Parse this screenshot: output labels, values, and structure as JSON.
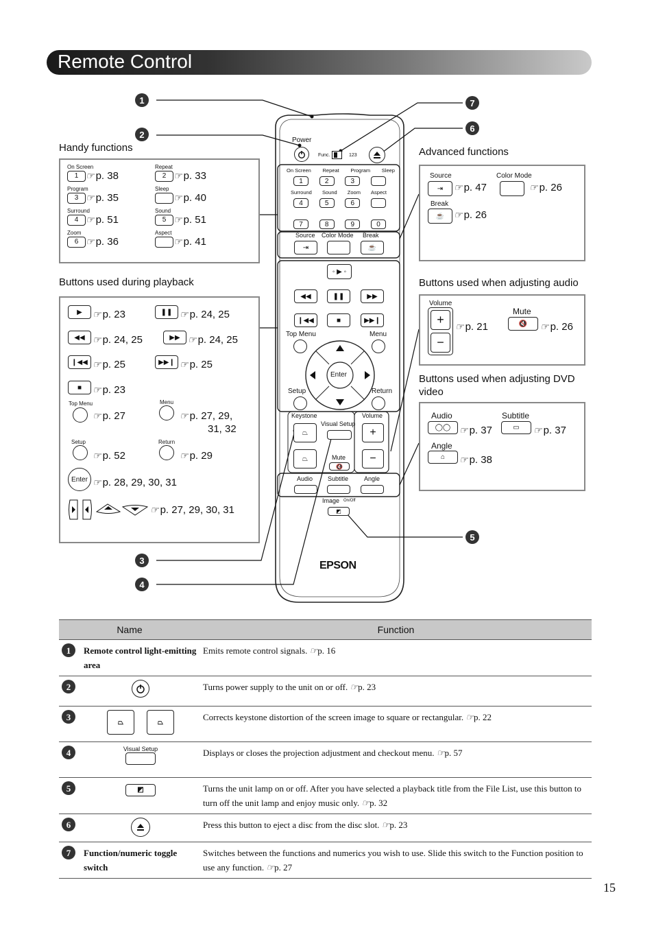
{
  "header": {
    "title": "Remote Control"
  },
  "callouts": [
    "1",
    "2",
    "3",
    "4",
    "5",
    "6",
    "7"
  ],
  "sections": {
    "handy": "Handy functions",
    "playback": "Buttons used during playback",
    "advanced": "Advanced functions",
    "audio": "Buttons used when adjusting audio",
    "dvd": "Buttons used when adjusting DVD video"
  },
  "handy_items": [
    {
      "small": "On Screen",
      "key": "1",
      "ref": "p. 38"
    },
    {
      "small": "Repeat",
      "key": "2",
      "ref": "p. 33"
    },
    {
      "small": "Program",
      "key": "3",
      "ref": "p. 35"
    },
    {
      "small": "Sleep",
      "key": "",
      "ref": "p. 40"
    },
    {
      "small": "Surround",
      "key": "4",
      "ref": "p. 51"
    },
    {
      "small": "Sound",
      "key": "5",
      "ref": "p. 51"
    },
    {
      "small": "Zoom",
      "key": "6",
      "ref": "p. 36"
    },
    {
      "small": "Aspect",
      "key": "",
      "ref": "p. 41"
    }
  ],
  "playback_items": [
    {
      "icon": "play-icon",
      "ref": "p. 23"
    },
    {
      "icon": "pause-icon",
      "ref": "p. 24, 25"
    },
    {
      "icon": "rewind-icon",
      "ref": "p. 24, 25"
    },
    {
      "icon": "fast-forward-icon",
      "ref": "p. 24, 25"
    },
    {
      "icon": "skip-back-icon",
      "ref": "p. 25"
    },
    {
      "icon": "skip-forward-icon",
      "ref": "p. 25"
    },
    {
      "icon": "stop-icon",
      "ref": "p. 23"
    },
    {
      "label": "Top Menu",
      "ref": "p. 27"
    },
    {
      "label": "Menu",
      "ref": "p. 27, 29,",
      "ref2": "31, 32"
    },
    {
      "label": "Setup",
      "ref": "p. 52"
    },
    {
      "label": "Return",
      "ref": "p. 29"
    },
    {
      "label": "Enter",
      "ref": "p. 28, 29, 30, 31"
    },
    {
      "icon": "direction-arrows-icon",
      "ref": "p. 27, 29, 30, 31"
    }
  ],
  "advanced_items": {
    "source_label": "Source",
    "source_ref": "p. 47",
    "color_label": "Color Mode",
    "color_ref": "p. 26",
    "break_label": "Break",
    "break_ref": "p. 26"
  },
  "audio_items": {
    "volume_label": "Volume",
    "volume_ref": "p. 21",
    "mute_label": "Mute",
    "mute_ref": "p. 26"
  },
  "dvd_items": {
    "audio_label": "Audio",
    "audio_ref": "p. 37",
    "subtitle_label": "Subtitle",
    "subtitle_ref": "p. 37",
    "angle_label": "Angle",
    "angle_ref": "p. 38"
  },
  "remote": {
    "power": "Power",
    "func": "Func.",
    "num123": "123",
    "row1": [
      "On Screen",
      "Repeat",
      "Program",
      "Sleep"
    ],
    "row1keys": [
      "1",
      "2",
      "3",
      ""
    ],
    "row2": [
      "Surround",
      "Sound",
      "Zoom",
      "Aspect"
    ],
    "row2keys": [
      "4",
      "5",
      "6",
      ""
    ],
    "row3keys": [
      "7",
      "8",
      "9",
      "0"
    ],
    "row4": [
      "Source",
      "Color Mode",
      "Break"
    ],
    "top_menu": "Top Menu",
    "menu": "Menu",
    "enter": "Enter",
    "setup": "Setup",
    "return": "Return",
    "keystone": "Keystone",
    "visual_setup": "Visual Setup",
    "volume": "Volume",
    "mute": "Mute",
    "audio": "Audio",
    "subtitle": "Subtitle",
    "angle": "Angle",
    "image": "Image",
    "onoff": "On/Off",
    "brand": "EPSON"
  },
  "table": {
    "head_name": "Name",
    "head_function": "Function",
    "rows": [
      {
        "num": "1",
        "name": "Remote control light-emitting area",
        "func": "Emits remote control signals.",
        "ref": "p. 16"
      },
      {
        "num": "2",
        "name": "",
        "func": "Turns power supply to the unit on or off.",
        "ref": "p. 23"
      },
      {
        "num": "3",
        "name": "",
        "func": "Corrects keystone distortion of the screen image to square or rectangular.",
        "ref": "p. 22"
      },
      {
        "num": "4",
        "name": "Visual Setup",
        "func": "Displays or closes the projection adjustment and checkout menu.",
        "ref": "p. 57"
      },
      {
        "num": "5",
        "name": "",
        "func": "Turns the unit lamp on or off. After you have selected a playback title from the File List, use this button to turn off the unit lamp and enjoy music only.",
        "ref": "p. 32"
      },
      {
        "num": "6",
        "name": "",
        "func": "Press this button to eject a disc from the disc slot.",
        "ref": "p. 23"
      },
      {
        "num": "7",
        "name": "Function/numeric toggle switch",
        "func": "Switches between the functions and numerics you wish to use. Slide this switch to the Function position to use any function.",
        "ref": "p. 27"
      }
    ]
  },
  "page_number": "15",
  "ref_glyph": "☞"
}
